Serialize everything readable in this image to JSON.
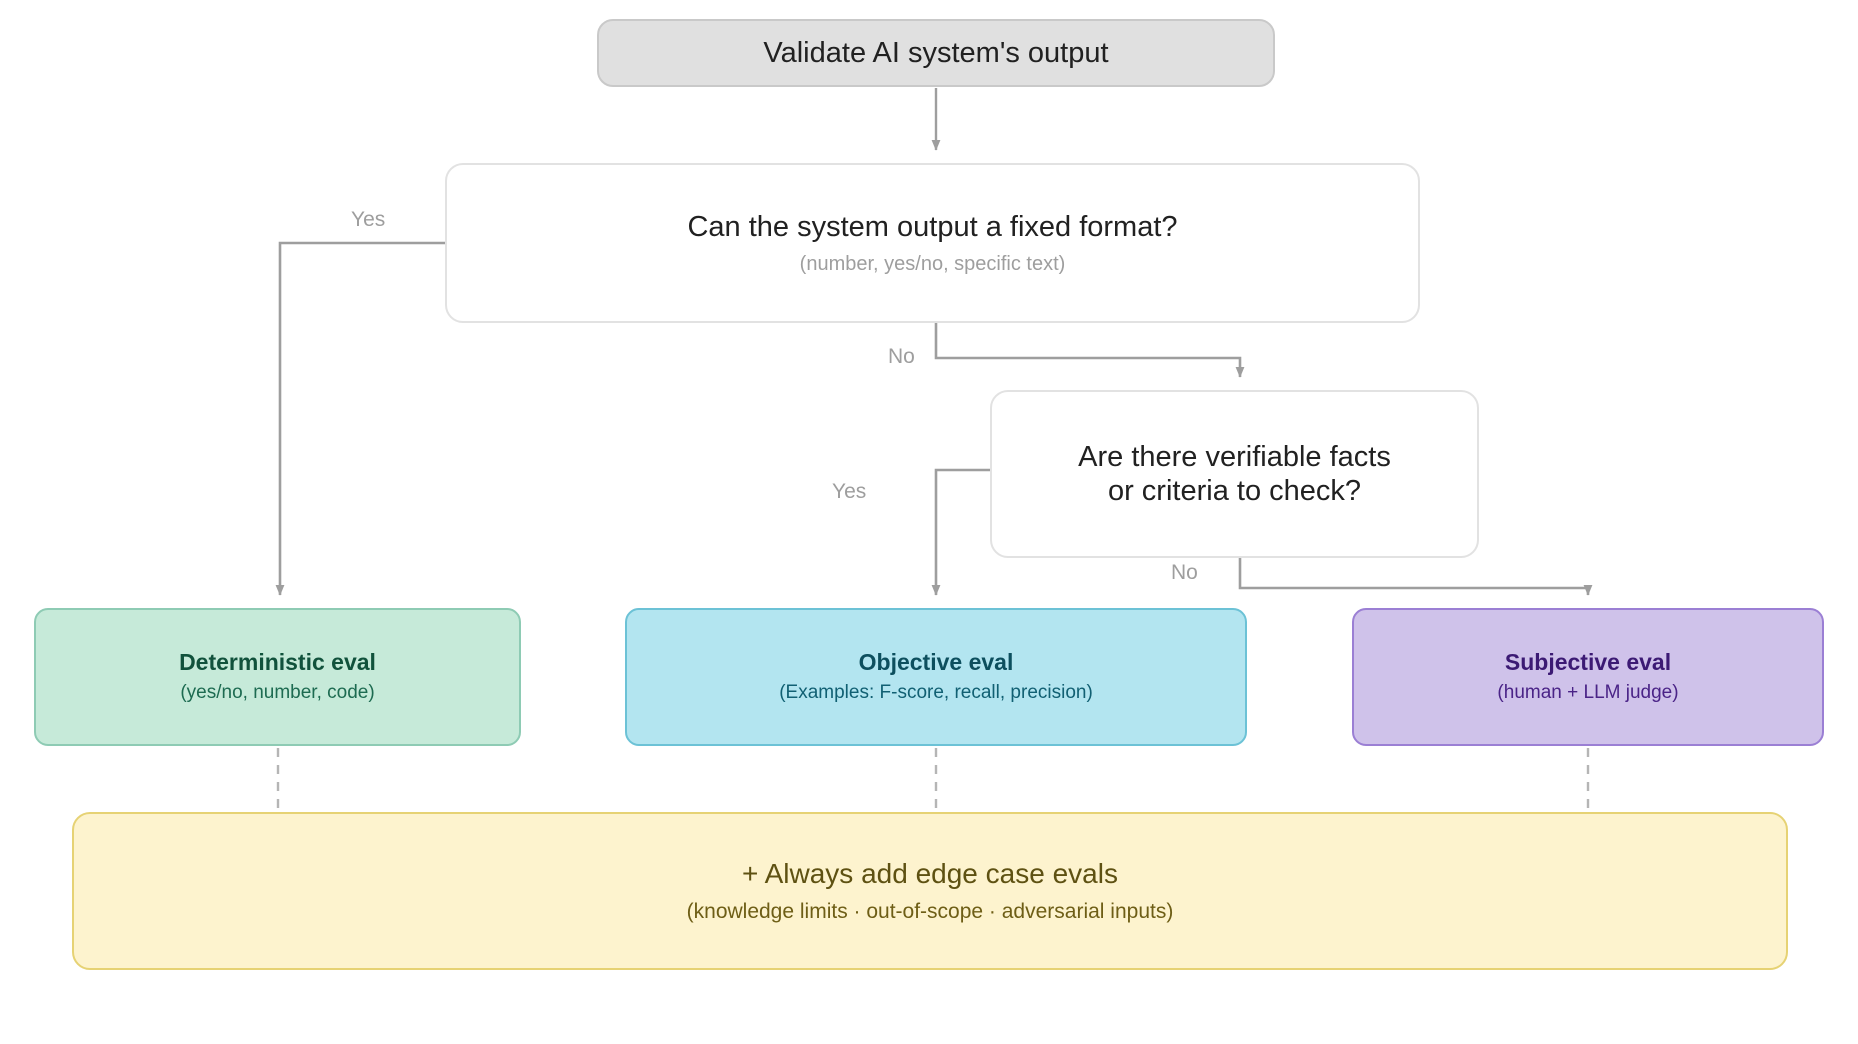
{
  "diagram": {
    "title_text": "Validate AI system's output",
    "nodes": {
      "start": {
        "label": "Validate AI system's output",
        "fill": "#e0e0e0",
        "border": "#c9c9c9"
      },
      "decision_1": {
        "question": "Can the system output a fixed format?",
        "hint": "(number, yes/no, specific text)",
        "fill": "#ffffff",
        "border": "#e2e2e2"
      },
      "decision_2": {
        "question_line_1": "Are there verifiable facts",
        "question_line_2": "or criteria to check?",
        "question": "Are there verifiable facts or criteria to check?",
        "fill": "#ffffff",
        "border": "#e2e2e2"
      },
      "deterministic": {
        "title": "Deterministic eval",
        "subtitle": "(yes/no, number, code)",
        "fill": "#c6ead9",
        "border": "#8ecbb4",
        "title_color": "#11523c"
      },
      "objective": {
        "title": "Objective eval",
        "subtitle": "(Examples: F-score, recall, precision)",
        "fill": "#b3e5f0",
        "border": "#6cc2d6",
        "title_color": "#0d4f5e"
      },
      "subjective": {
        "title": "Subjective eval",
        "subtitle": "(human + LLM judge)",
        "fill": "#cfc2ea",
        "border": "#9b7fd4",
        "title_color": "#3c1a74"
      },
      "banner": {
        "title": "+ Always add edge case evals",
        "subtitle": "(knowledge limits · out-of-scope · adversarial inputs)",
        "fill": "#fdf3ce",
        "border": "#e6d274",
        "title_color": "#5e5112"
      }
    },
    "edge_labels": {
      "yes_1": "Yes",
      "no_1": "No",
      "yes_2": "Yes",
      "no_2": "No"
    },
    "edge_style": {
      "line_color": "#9e9e9e",
      "soft_line_color": "#a8a8a8",
      "dashed_color": "#b5b5b5",
      "arrow_color": "#9e9e9e"
    }
  }
}
